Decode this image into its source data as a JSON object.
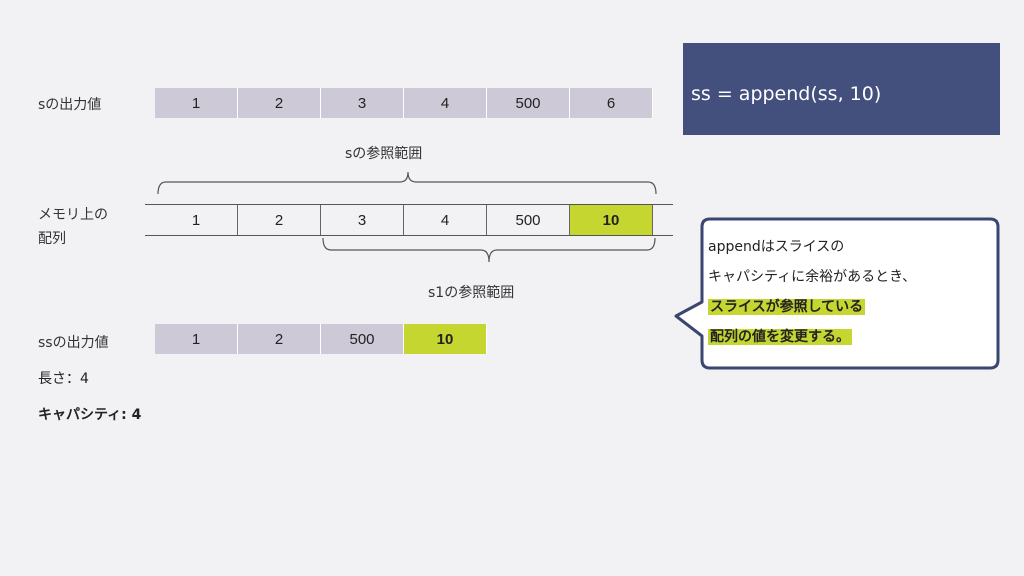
{
  "s_label": "sの出力値",
  "s_values": [
    "1",
    "2",
    "3",
    "4",
    "500",
    "6"
  ],
  "s_range_label": "sの参照範囲",
  "memory_label_line1": "メモリ上の",
  "memory_label_line2": "配列",
  "memory_values": [
    "1",
    "2",
    "3",
    "4",
    "500",
    "10"
  ],
  "s1_range_label": "s1の参照範囲",
  "ss_label": "ssの出力値",
  "ss_values": [
    "1",
    "2",
    "500",
    "10"
  ],
  "length_text": "長さ：4",
  "capacity_text": "キャパシティ: 4",
  "code_text": "ss = append(ss, 10)",
  "bubble": {
    "line1": "appendはスライスの",
    "line2": "キャパシティに余裕があるとき、",
    "line3": "スライスが参照している",
    "line4": "配列の値を変更する。"
  },
  "colors": {
    "cell_fill": "#cdc9d6",
    "highlight": "#c6d630",
    "code_bg": "#434f7c",
    "bubble_border": "#3b4670",
    "background": "#f2f2f4"
  }
}
